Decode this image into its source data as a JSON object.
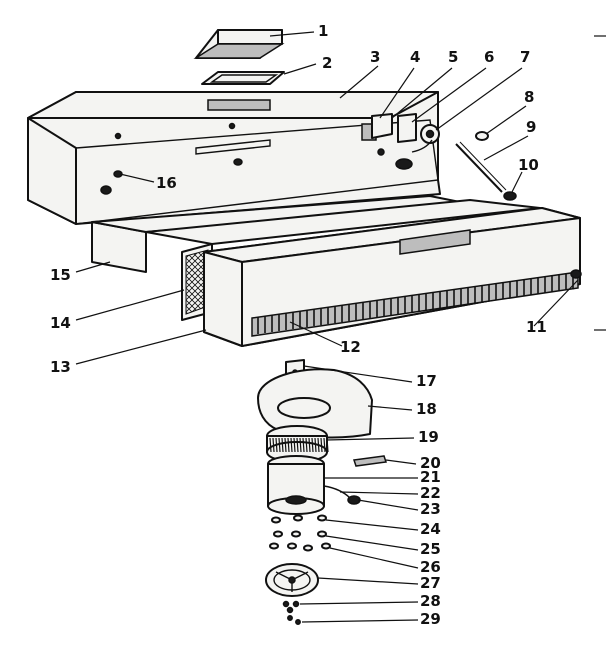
{
  "diagram": {
    "callouts": [
      "1",
      "2",
      "3",
      "4",
      "5",
      "6",
      "7",
      "8",
      "9",
      "10",
      "11",
      "12",
      "13",
      "14",
      "15",
      "16",
      "17",
      "18",
      "19",
      "20",
      "21",
      "22",
      "23",
      "24",
      "25",
      "26",
      "27",
      "28",
      "29"
    ]
  },
  "colors": {
    "ink": "#111111",
    "paper": "#ffffff",
    "fill": "#f4f4f2"
  }
}
